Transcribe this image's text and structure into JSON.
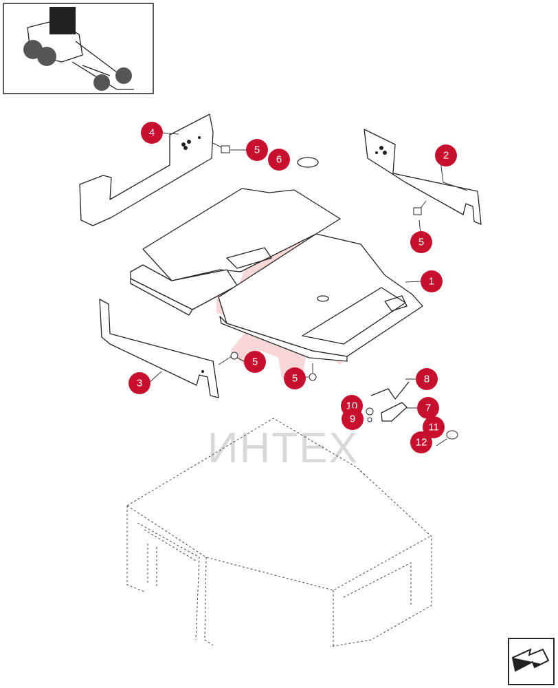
{
  "watermark": {
    "text": "ИНТЕХ"
  },
  "callouts": [
    {
      "id": "c1",
      "label": "1"
    },
    {
      "id": "c2",
      "label": "2"
    },
    {
      "id": "c3",
      "label": "3"
    },
    {
      "id": "c4",
      "label": "4"
    },
    {
      "id": "c5a",
      "label": "5"
    },
    {
      "id": "c5b",
      "label": "5"
    },
    {
      "id": "c5c",
      "label": "5"
    },
    {
      "id": "c5d",
      "label": "5"
    },
    {
      "id": "c6",
      "label": "6"
    },
    {
      "id": "c7",
      "label": "7"
    },
    {
      "id": "c8",
      "label": "8"
    },
    {
      "id": "c9",
      "label": "9"
    },
    {
      "id": "c10",
      "label": "10"
    },
    {
      "id": "c11",
      "label": "11"
    },
    {
      "id": "c12",
      "label": "12"
    }
  ],
  "icons": {
    "thumbnail": "motor-grader-thumbnail",
    "nav": "next-page-arrow-icon"
  },
  "colors": {
    "callout": "#c8102e",
    "watermark_gear": "#f6c9cc",
    "watermark_text": "#d8d8d8"
  }
}
